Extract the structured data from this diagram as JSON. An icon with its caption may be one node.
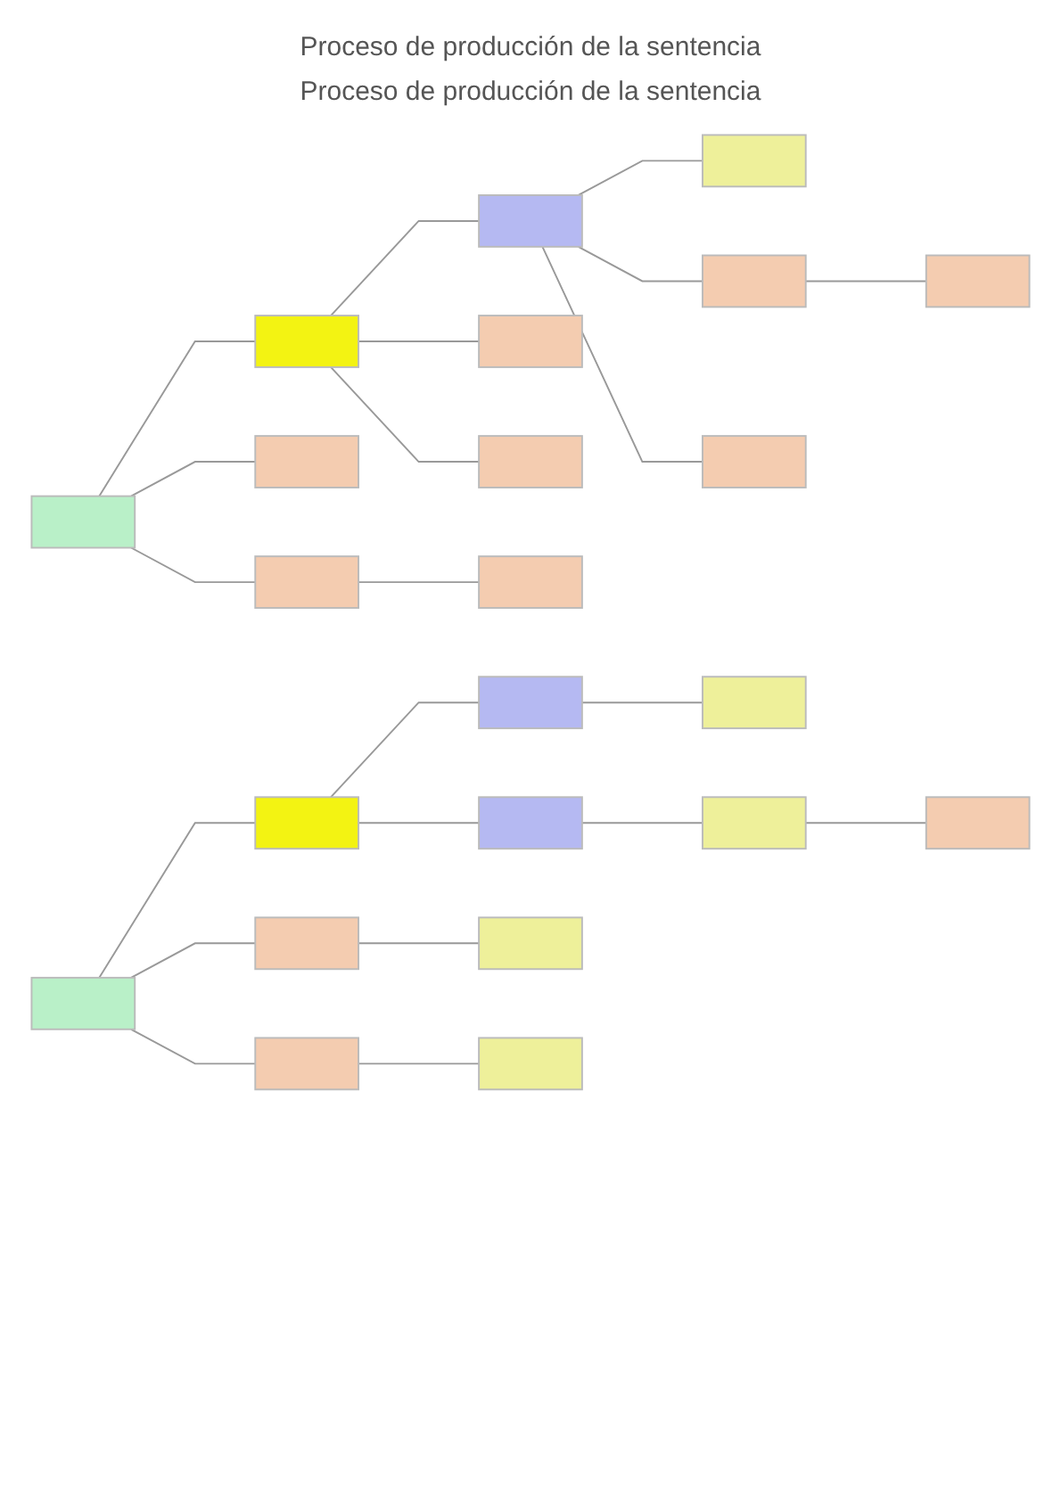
{
  "diagram": {
    "title": "Proceso de producción de la sentencia",
    "nodes": [
      {
        "text": [],
        "shape": "box"
      },
      {
        "text": [],
        "shape": "box"
      },
      {
        "text": [],
        "shape": "box"
      },
      {
        "text": [],
        "shape": "box"
      },
      {
        "text": [],
        "shape": "box"
      },
      {
        "text": [],
        "shape": "box"
      },
      {
        "text": [],
        "shape": "box"
      },
      {
        "text": [],
        "shape": "box"
      },
      {
        "text": [],
        "shape": "box"
      },
      {
        "text": [],
        "shape": "box"
      },
      {
        "text": [],
        "shape": "box"
      },
      {
        "text": [],
        "shape": "box"
      },
      {
        "text": [],
        "shape": "box"
      },
      {
        "text": [],
        "shape": "box"
      },
      {
        "text": [],
        "shape": "box"
      },
      {
        "text": [],
        "shape": "box"
      },
      {
        "text": [],
        "shape": "box"
      },
      {
        "text": [],
        "shape": "box"
      },
      {
        "text": [],
        "shape": "box"
      },
      {
        "text": [],
        "shape": "box"
      },
      {
        "text": [],
        "shape": "box"
      },
      {
        "text": [],
        "shape": "box"
      },
      {
        "text": [],
        "shape": "box"
      }
    ],
    "edges": [
      {
        "from": 0,
        "to": 1,
        "arrow": "none"
      },
      {
        "from": 1,
        "to": 2,
        "arrow": "none"
      },
      {
        "from": 2,
        "to": 3,
        "arrow": "none"
      },
      {
        "from": 0,
        "to": 4,
        "arrow": "none"
      },
      {
        "from": 0,
        "to": 5,
        "arrow": "none"
      },
      {
        "from": 5,
        "to": 6,
        "arrow": "none"
      },
      {
        "from": 1,
        "to": 7,
        "arrow": "none"
      },
      {
        "from": 1,
        "to": 8,
        "arrow": "none"
      },
      {
        "from": 2,
        "to": 9,
        "arrow": "none"
      },
      {
        "from": 2,
        "to": 10,
        "arrow": "none"
      },
      {
        "from": 9,
        "to": 11,
        "arrow": "none"
      },
      {
        "from": 12,
        "to": 13,
        "arrow": "none"
      },
      {
        "from": 12,
        "to": 14,
        "arrow": "none"
      },
      {
        "from": 12,
        "to": 15,
        "arrow": "none"
      },
      {
        "from": 14,
        "to": 16,
        "arrow": "none"
      },
      {
        "from": 15,
        "to": 17,
        "arrow": "none"
      },
      {
        "from": 13,
        "to": 19,
        "arrow": "none"
      },
      {
        "from": 13,
        "to": 20,
        "arrow": "none"
      },
      {
        "from": 19,
        "to": 18,
        "arrow": "none"
      },
      {
        "from": 20,
        "to": 21,
        "arrow": "none"
      },
      {
        "from": 21,
        "to": 22,
        "arrow": "none"
      }
    ],
    "labels": [
      "Proceso de producción de la sentencia"
    ]
  }
}
